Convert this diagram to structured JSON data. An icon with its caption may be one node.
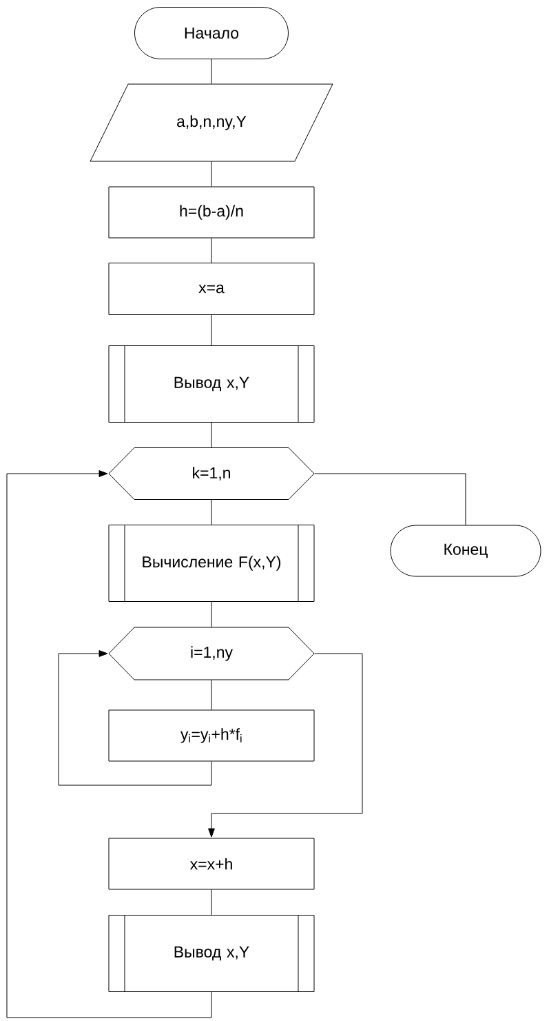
{
  "diagram": {
    "nodes": [
      {
        "text": [
          "Начало"
        ]
      },
      {
        "text": [
          "a,b,n,ny,Y"
        ]
      },
      {
        "text": [
          "h=(b-a)/n"
        ]
      },
      {
        "text": [
          "x=a"
        ]
      },
      {
        "text": [
          "Вывод x,Y"
        ]
      },
      {
        "text": [
          "k=1,n"
        ]
      },
      {
        "text": [
          "Вычисление F(x,Y)"
        ]
      },
      {
        "text": [
          "Конец"
        ]
      },
      {
        "text": [
          "i=1,ny"
        ]
      },
      {
        "text": [
          "y$_{i}$=y$_{i}$+h*f$_{i}$"
        ]
      },
      {
        "text": [
          "x=x+h"
        ]
      },
      {
        "text": [
          "Вывод x,Y"
        ]
      }
    ],
    "edges": [
      {
        "from": 0,
        "to": 1,
        "arrow": "none"
      },
      {
        "from": 1,
        "to": 2,
        "arrow": "none"
      },
      {
        "from": 2,
        "to": 3,
        "arrow": "none"
      },
      {
        "from": 3,
        "to": 4,
        "arrow": "none"
      },
      {
        "from": 4,
        "to": 5,
        "arrow": "none"
      },
      {
        "from": 5,
        "to": 6,
        "arrow": "none"
      },
      {
        "from": 5,
        "to": 7,
        "arrow": "none"
      },
      {
        "from": 6,
        "to": 8,
        "arrow": "none"
      },
      {
        "from": 8,
        "to": 9,
        "arrow": "none"
      },
      {
        "from": 9,
        "to": 8,
        "arrow": "to"
      },
      {
        "from": 8,
        "to": 10,
        "arrow": "to"
      },
      {
        "from": 10,
        "to": 11,
        "arrow": "none"
      },
      {
        "from": 11,
        "to": 5,
        "arrow": "to"
      }
    ]
  }
}
